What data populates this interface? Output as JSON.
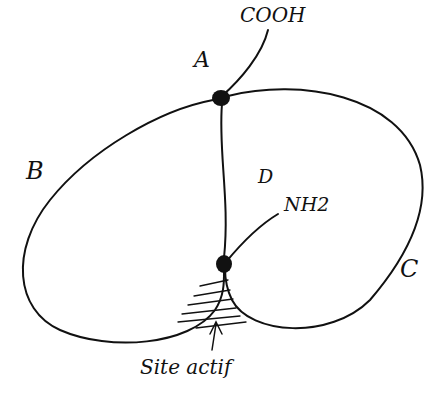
{
  "diagram": {
    "labels": [
      "COOH",
      "A",
      "B",
      "D",
      "NH2",
      "C",
      "Site actif"
    ]
  }
}
